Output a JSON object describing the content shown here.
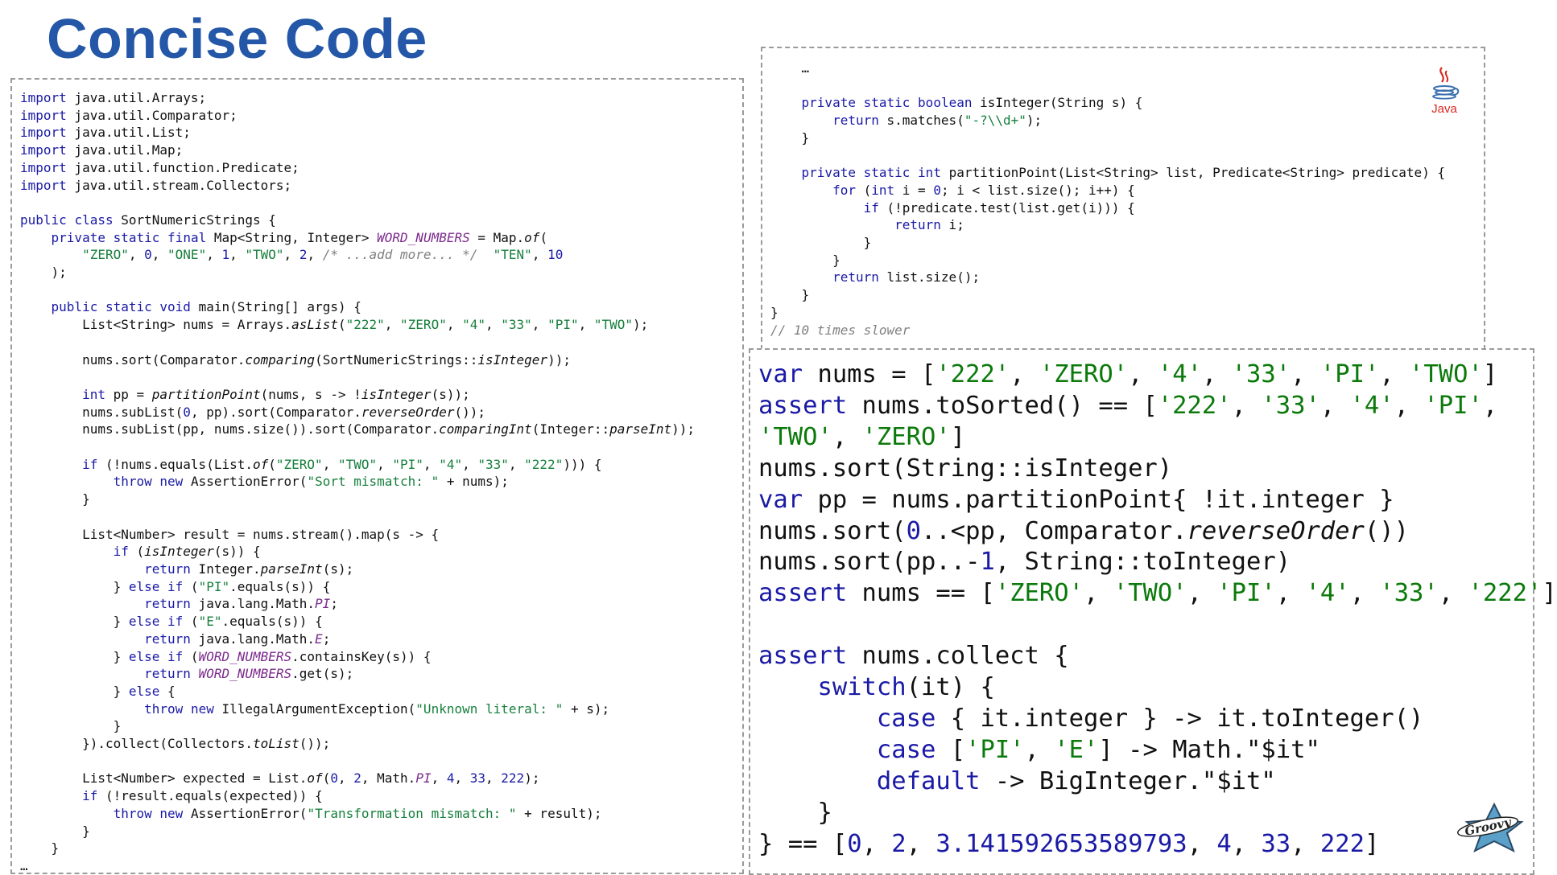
{
  "slide": {
    "title": "Concise Code"
  },
  "java_code": {
    "lines": [
      "import java.util.Arrays;",
      "import java.util.Comparator;",
      "import java.util.List;",
      "import java.util.Map;",
      "import java.util.function.Predicate;",
      "import java.util.stream.Collectors;",
      "",
      "public class SortNumericStrings {",
      "    private static final Map<String, Integer> WORD_NUMBERS = Map.of(",
      "        \"ZERO\", 0, \"ONE\", 1, \"TWO\", 2, /* ...add more... */  \"TEN\", 10",
      "    );",
      "",
      "    public static void main(String[] args) {",
      "        List<String> nums = Arrays.asList(\"222\", \"ZERO\", \"4\", \"33\", \"PI\", \"TWO\");",
      "",
      "        nums.sort(Comparator.comparing(SortNumericStrings::isInteger));",
      "",
      "        int pp = partitionPoint(nums, s -> !isInteger(s));",
      "        nums.subList(0, pp).sort(Comparator.reverseOrder());",
      "        nums.subList(pp, nums.size()).sort(Comparator.comparingInt(Integer::parseInt));",
      "",
      "        if (!nums.equals(List.of(\"ZERO\", \"TWO\", \"PI\", \"4\", \"33\", \"222\"))) {",
      "            throw new AssertionError(\"Sort mismatch: \" + nums);",
      "        }",
      "",
      "        List<Number> result = nums.stream().map(s -> {",
      "            if (isInteger(s)) {",
      "                return Integer.parseInt(s);",
      "            } else if (\"PI\".equals(s)) {",
      "                return java.lang.Math.PI;",
      "            } else if (\"E\".equals(s)) {",
      "                return java.lang.Math.E;",
      "            } else if (WORD_NUMBERS.containsKey(s)) {",
      "                return WORD_NUMBERS.get(s);",
      "            } else {",
      "                throw new IllegalArgumentException(\"Unknown literal: \" + s);",
      "            }",
      "        }).collect(Collectors.toList());",
      "",
      "        List<Number> expected = List.of(0, 2, Math.PI, 4, 33, 222);",
      "        if (!result.equals(expected)) {",
      "            throw new AssertionError(\"Transformation mismatch: \" + result);",
      "        }",
      "    }",
      "…"
    ]
  },
  "java_tail_code": {
    "lines": [
      "    …",
      "",
      "    private static boolean isInteger(String s) {",
      "        return s.matches(\"-?\\\\d+\");",
      "    }",
      "",
      "    private static int partitionPoint(List<String> list, Predicate<String> predicate) {",
      "        for (int i = 0; i < list.size(); i++) {",
      "            if (!predicate.test(list.get(i))) {",
      "                return i;",
      "            }",
      "        }",
      "        return list.size();",
      "    }",
      "}",
      "// 10 times slower"
    ],
    "logo_text": "Java"
  },
  "groovy_code": {
    "lines": [
      "var nums = ['222', 'ZERO', '4', '33', 'PI', 'TWO']",
      "assert nums.toSorted() == ['222', '33', '4', 'PI',",
      "'TWO', 'ZERO']",
      "nums.sort(String::isInteger)",
      "var pp = nums.partitionPoint{ !it.integer }",
      "nums.sort(0..<pp, Comparator.reverseOrder())",
      "nums.sort(pp..-1, String::toInteger)",
      "assert nums == ['ZERO', 'TWO', 'PI', '4', '33', '222']",
      "",
      "assert nums.collect {",
      "    switch(it) {",
      "        case { it.integer } -> it.toInteger()",
      "        case ['PI', 'E'] -> Math.\"$it\"",
      "        default -> BigInteger.\"$it\"",
      "    }",
      "} == [0, 2, 3.141592653589793, 4, 33, 222]"
    ],
    "logo_text": "Groovy"
  },
  "icons": {
    "java": "java-coffee-cup-icon",
    "groovy": "groovy-star-icon"
  },
  "colors": {
    "title": "#2457a7",
    "keyword": "#1a1aa6",
    "string": "#17803d",
    "field": "#7b2a8c",
    "comment": "#808080",
    "java_red": "#d8281f"
  }
}
